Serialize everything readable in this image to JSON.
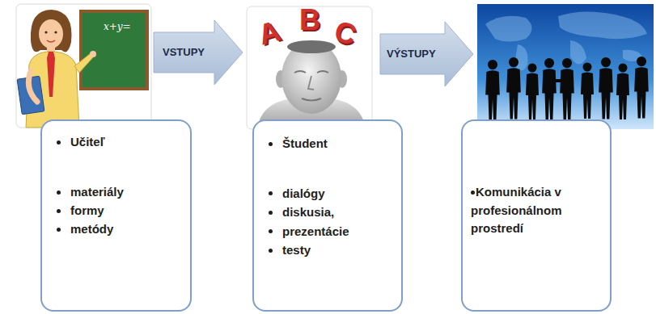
{
  "diagram": {
    "nodes": [
      {
        "text": [
          "Učiteľ",
          "materiály",
          "formy",
          "metódy"
        ]
      },
      {
        "text": [
          "Študent",
          "dialógy",
          "diskusia,",
          "prezentácie",
          "testy"
        ]
      },
      {
        "text": [
          "Komunikácia v profesionálnom prostredí"
        ]
      }
    ],
    "labels": [
      "x+y=",
      "VSTUPY",
      "A",
      "B",
      "C",
      "VÝSTUPY"
    ]
  }
}
